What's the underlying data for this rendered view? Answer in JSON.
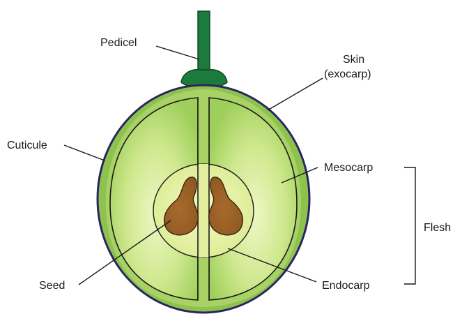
{
  "labels": {
    "pedicel": "Pedicel",
    "skin": "Skin",
    "exocarp": "(exocarp)",
    "cuticule": "Cuticule",
    "mesocarp": "Mesocarp",
    "flesh": "Flesh",
    "seed": "Seed",
    "endocarp": "Endocarp"
  },
  "colors": {
    "pedicel": "#1c7a3c",
    "skin": "#8ec24e",
    "skin_inner_band": "#a9d266",
    "cuticle_outline": "#2a2560",
    "mesocarp_center": "#eef7c4",
    "mesocarp_edge": "#9ecf5a",
    "endocarp_fill": "#e9f2a8",
    "seed_fill": "#8f5a22",
    "seed_stroke": "#3a2410",
    "outline": "#1a1a1a"
  }
}
